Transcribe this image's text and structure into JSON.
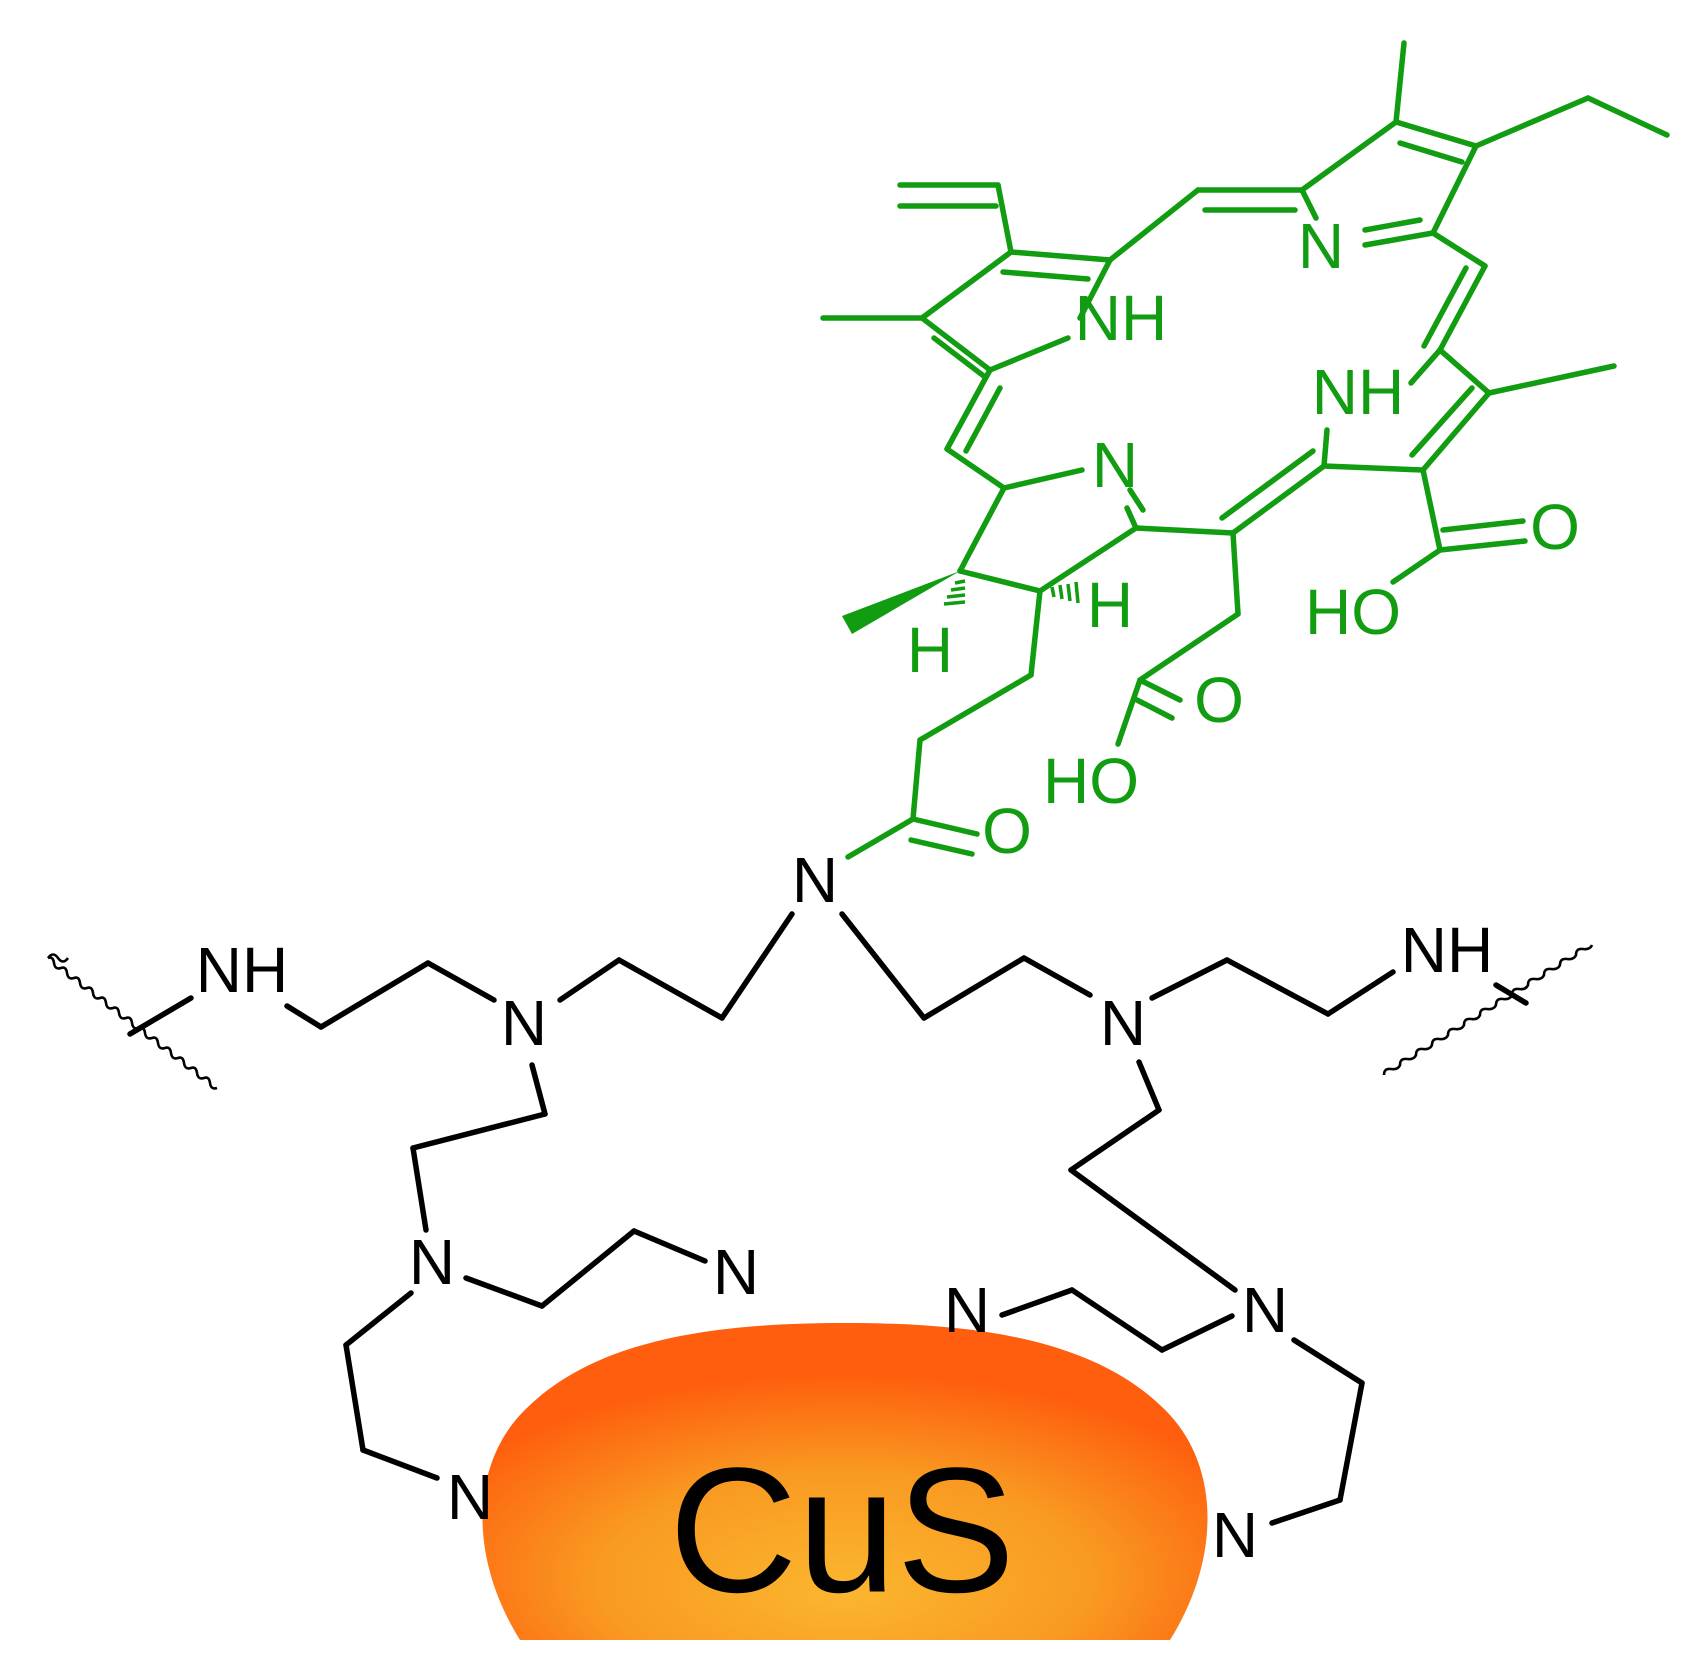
{
  "colors": {
    "chlorin": "#119c11",
    "polymer": "#000000",
    "particle_center": "#fbb62e",
    "particle_edge": "#fe5e0d"
  },
  "particle": {
    "label": "CuS"
  },
  "chlorin": {
    "atoms": [
      "NH",
      "N",
      "N",
      "NH",
      "H",
      "H",
      "O",
      "HO",
      "O",
      "HO"
    ]
  },
  "linker": {
    "carbonyl_O": "O",
    "amide_N": "N"
  },
  "polymer": {
    "atoms": [
      "NH",
      "NH",
      "N",
      "N",
      "N",
      "N",
      "N",
      "N",
      "N",
      "N"
    ]
  }
}
